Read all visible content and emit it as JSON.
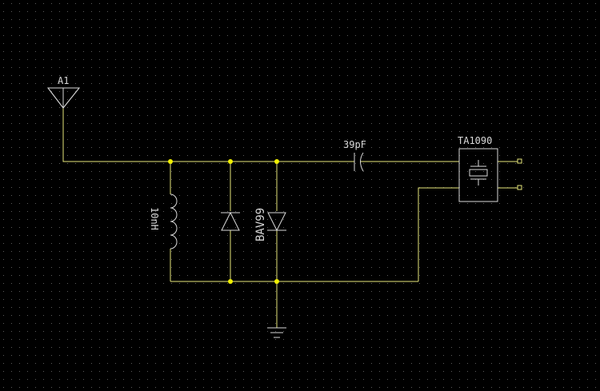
{
  "schematic": {
    "antenna": {
      "designator": "A1"
    },
    "inductor": {
      "value": "10nH"
    },
    "diode_pair": {
      "part": "BAV99"
    },
    "capacitor": {
      "value": "39pF"
    },
    "filter": {
      "part": "TA1090"
    }
  },
  "colors": {
    "background": "#000000",
    "grid_dot": "#5a5a5a",
    "wire": "#e6e67a",
    "junction": "#f0f000",
    "symbol": "#d8d8d8",
    "pin": "#e6e67a"
  }
}
